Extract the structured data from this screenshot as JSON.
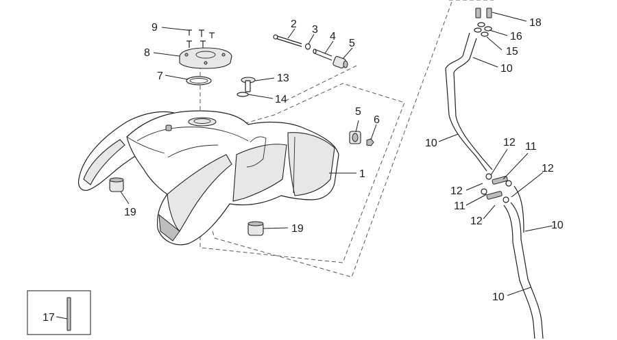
{
  "diagram": {
    "callouts": [
      {
        "id": "c9",
        "text": "9"
      },
      {
        "id": "c8",
        "text": "8"
      },
      {
        "id": "c7",
        "text": "7"
      },
      {
        "id": "c2",
        "text": "2"
      },
      {
        "id": "c3",
        "text": "3"
      },
      {
        "id": "c4",
        "text": "4"
      },
      {
        "id": "c5a",
        "text": "5"
      },
      {
        "id": "c13",
        "text": "13"
      },
      {
        "id": "c14",
        "text": "14"
      },
      {
        "id": "c5b",
        "text": "5"
      },
      {
        "id": "c6",
        "text": "6"
      },
      {
        "id": "c1",
        "text": "1"
      },
      {
        "id": "c19a",
        "text": "19"
      },
      {
        "id": "c19b",
        "text": "19"
      },
      {
        "id": "c18",
        "text": "18"
      },
      {
        "id": "c16",
        "text": "16"
      },
      {
        "id": "c15",
        "text": "15"
      },
      {
        "id": "c10a",
        "text": "10"
      },
      {
        "id": "c10b",
        "text": "10"
      },
      {
        "id": "c12a",
        "text": "12"
      },
      {
        "id": "c11a",
        "text": "11"
      },
      {
        "id": "c12b",
        "text": "12"
      },
      {
        "id": "c12c",
        "text": "12"
      },
      {
        "id": "c11b",
        "text": "11"
      },
      {
        "id": "c12d",
        "text": "12"
      },
      {
        "id": "c10c",
        "text": "10"
      },
      {
        "id": "c10d",
        "text": "10"
      },
      {
        "id": "c17",
        "text": "17"
      }
    ]
  }
}
